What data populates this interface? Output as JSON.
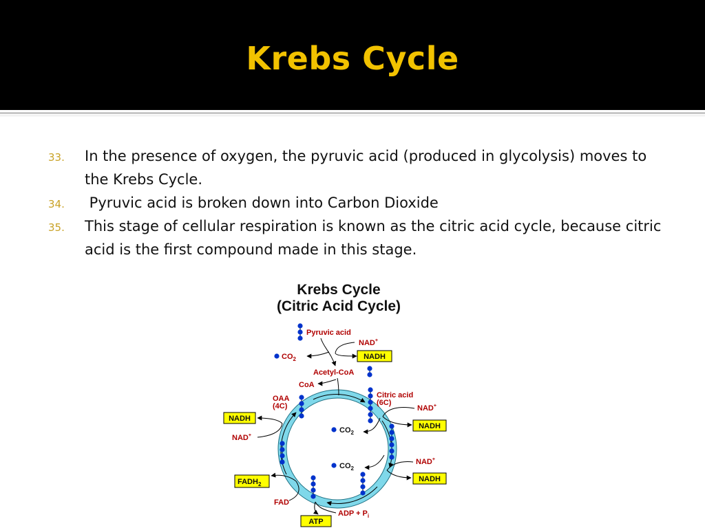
{
  "slide": {
    "title": "Krebs Cycle",
    "bullets": [
      {
        "number": "33.",
        "text": "In the presence of oxygen, the pyruvic acid (produced in glycolysis) moves to the Krebs Cycle."
      },
      {
        "number": "34.",
        "text": " Pyruvic acid is broken down into Carbon Dioxide"
      },
      {
        "number": "35.",
        "text": "This stage of cellular respiration is known as the citric acid cycle, because citric acid is the first compound made in this stage."
      }
    ]
  },
  "diagram": {
    "title_line1": "Krebs Cycle",
    "title_line2": "(Citric  Acid Cycle)",
    "labels": {
      "pyruvic_acid": "Pyruvic acid",
      "acetyl_coa": "Acetyl-CoA",
      "coa": "CoA",
      "co2_base": "CO",
      "co2_sub": "2",
      "nad_base": "NAD",
      "nad_sup": "+",
      "nadh": "NADH",
      "oaa_line1": "OAA",
      "oaa_line2": "(4C)",
      "citric_line1": "Citric acid",
      "citric_line2": "(6C)",
      "fadh_base": "FADH",
      "fadh_sub": "2",
      "fad": "FAD",
      "atp": "ATP",
      "adp_base": "ADP + P",
      "adp_sub": "i"
    },
    "colors": {
      "ring_fill": "#7fd8ea",
      "ring_stroke": "#1d6f82",
      "molecule": "#0033cc",
      "label_red": "#b00000",
      "box_yellow": "#ffff00"
    }
  }
}
